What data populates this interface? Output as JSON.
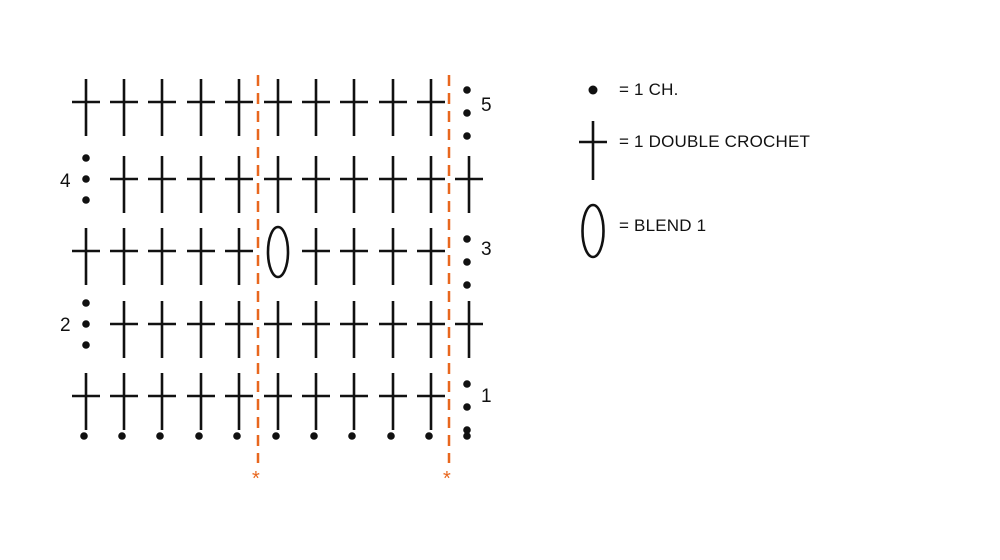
{
  "colors": {
    "ink": "#111111",
    "marker": "#e8671e"
  },
  "chart": {
    "rows": [
      {
        "label": "1",
        "side": "right",
        "stitches": [
          "dc",
          "dc",
          "dc",
          "dc",
          "dc",
          "dc",
          "dc",
          "dc",
          "dc",
          "dc"
        ]
      },
      {
        "label": "2",
        "side": "left",
        "stitches": [
          "dc",
          "dc",
          "dc",
          "dc",
          "dc",
          "dc",
          "dc",
          "dc",
          "dc",
          "dc"
        ]
      },
      {
        "label": "3",
        "side": "right",
        "stitches": [
          "dc",
          "dc",
          "dc",
          "dc",
          "dc",
          "blend",
          "dc",
          "dc",
          "dc",
          "dc"
        ]
      },
      {
        "label": "4",
        "side": "left",
        "stitches": [
          "dc",
          "dc",
          "dc",
          "dc",
          "dc",
          "dc",
          "dc",
          "dc",
          "dc",
          "dc"
        ]
      },
      {
        "label": "5",
        "side": "right",
        "stitches": [
          "dc",
          "dc",
          "dc",
          "dc",
          "dc",
          "dc",
          "dc",
          "dc",
          "dc",
          "dc"
        ]
      }
    ],
    "foundation_chains": 11,
    "turning_chains": 3,
    "repeat_markers": [
      "*",
      "*"
    ]
  },
  "legend": [
    {
      "symbol": "chain-dot-icon",
      "text": "=  1 CH."
    },
    {
      "symbol": "double-crochet-icon",
      "text": "= 1 DOUBLE CROCHET"
    },
    {
      "symbol": "blend-oval-icon",
      "text": "= BLEND 1"
    }
  ]
}
